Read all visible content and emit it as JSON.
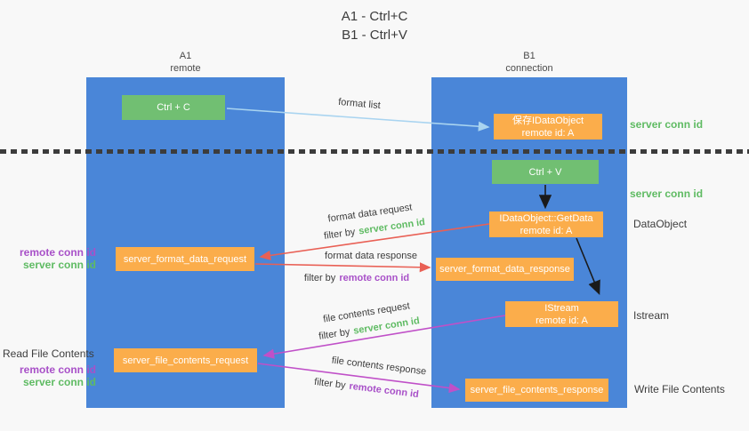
{
  "title": {
    "line1": "A1 - Ctrl+C",
    "line2": "B1 - Ctrl+V"
  },
  "lanes": {
    "a1": {
      "name": "A1",
      "subtitle": "remote"
    },
    "b1": {
      "name": "B1",
      "subtitle": "connection"
    }
  },
  "keys": {
    "copy": "Ctrl + C",
    "paste": "Ctrl + V"
  },
  "boxes": {
    "save_dataobject": {
      "line1": "保存IDataObject",
      "line2": "remote id: A"
    },
    "getdata": {
      "line1": "IDataObject::GetData",
      "line2": "remote id: A"
    },
    "istream": {
      "line1": "IStream",
      "line2": "remote id: A"
    },
    "format_request": "server_format_data_request",
    "format_response": "server_format_data_response",
    "file_request": "server_file_contents_request",
    "file_response": "server_file_contents_response"
  },
  "arrow_labels": {
    "format_list": "format list",
    "format_data_request": "format data request",
    "format_data_response": "format data response",
    "file_contents_request": "file contents request",
    "file_contents_response": "file contents response",
    "filter_by": "filter by",
    "server_conn_id": "server conn id",
    "remote_conn_id": "remote conn id"
  },
  "side_labels": {
    "server_conn_id_top": "server conn id",
    "server_conn_id_mid": "server conn id",
    "dataobject": "DataObject",
    "istream": "Istream",
    "read_file_contents": "Read File Contents",
    "write_file_contents": "Write File Contents",
    "remote_conn_id": "remote conn id",
    "server_conn_id": "server conn id"
  },
  "colors": {
    "lane_blue": "#4a86d8",
    "key_green": "#71bf72",
    "box_orange": "#fbad4b",
    "arrow_red": "#e96055",
    "arrow_purple": "#c050c8",
    "arrow_lightblue": "#a9d4f0",
    "arrow_black": "#1a1a1a",
    "text_green": "#5fbb63",
    "text_purple": "#a850c8"
  }
}
